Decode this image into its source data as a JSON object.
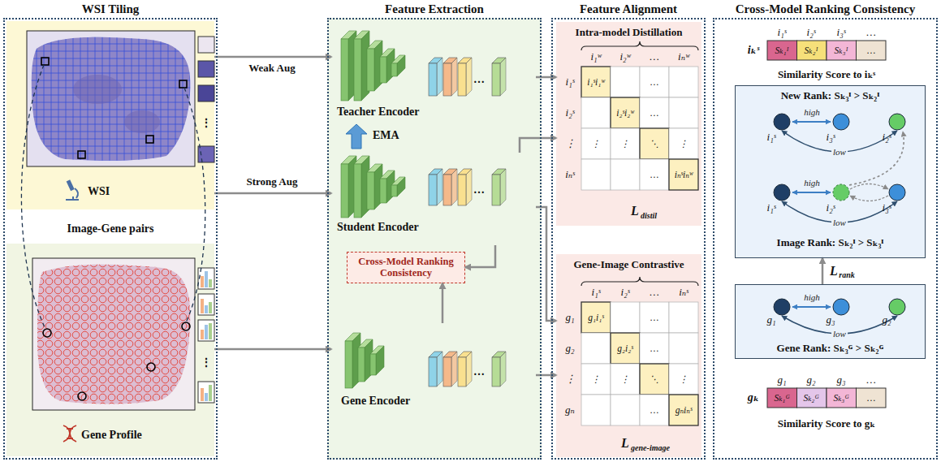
{
  "diagram": {
    "nodes": [
      {
        "text": [
          "WSI Tiling"
        ]
      },
      {
        "text": [
          "WSI"
        ],
        "in": 0
      },
      {
        "text": [
          "Gene Profile"
        ],
        "in": 0
      },
      {
        "text": [
          "Feature Extraction"
        ]
      },
      {
        "text": [
          "Teacher Encoder"
        ],
        "in": 3
      },
      {
        "text": [
          "EMA"
        ],
        "in": 3
      },
      {
        "text": [
          "Student Encoder"
        ],
        "in": 3
      },
      {
        "text": [
          "Cross-Model Ranking Consistency"
        ],
        "in": 3
      },
      {
        "text": [
          "Gene Encoder"
        ],
        "in": 3
      },
      {
        "text": [
          "Feature Alignment"
        ]
      },
      {
        "text": [
          "Intra-model Distillation"
        ],
        "in": 9
      },
      {
        "text": [
          "Gene-Image Contrastive"
        ],
        "in": 9
      },
      {
        "text": [
          "Cross-Model Ranking Consistency"
        ]
      },
      {
        "text": [
          "New Rank: Sₖ₃ᴵ > Sₖ₂ᴵ",
          "Image Rank: Sₖ₂ᴵ > Sₖ₃ᴵ"
        ],
        "in": 12
      },
      {
        "text": [
          "Gene Rank: Sₖ₃ᴳ > Sₖ₂ᴳ"
        ],
        "in": 12
      }
    ],
    "edges": [
      {
        "from": 1,
        "to": 4,
        "label": "Weak Aug",
        "arrow": "to"
      },
      {
        "from": 1,
        "to": 6,
        "label": "Strong Aug",
        "arrow": "to"
      },
      {
        "from": 2,
        "to": 8,
        "arrow": "to"
      },
      {
        "from": 4,
        "to": 10,
        "arrow": "to"
      },
      {
        "from": 6,
        "to": 10,
        "arrow": "to"
      },
      {
        "from": 6,
        "to": 11,
        "arrow": "to"
      },
      {
        "from": 8,
        "to": 11,
        "arrow": "to"
      },
      {
        "from": 6,
        "to": 7,
        "arrow": "to"
      },
      {
        "from": 8,
        "to": 7,
        "arrow": "to"
      },
      {
        "from": 14,
        "to": 13,
        "arrow": "to"
      }
    ],
    "labels": [
      "Image-Gene pairs",
      "⋮",
      "⋮",
      "…",
      "…",
      "…",
      "i₁ʷ",
      "i₂ʷ",
      "…",
      "iₙʷ",
      "i₁ˢ",
      "i₂ˢ",
      "⋮",
      "iₙˢ",
      "i₁ˢi₁ʷ",
      "…",
      "i₂ˢi₂ʷ",
      "…",
      "⋮",
      "⋮",
      "⋱",
      "⋮",
      "…",
      "iₙˢiₙʷ",
      "L",
      "distil",
      "i₁ˢ",
      "i₂ˢ",
      "…",
      "iₙˢ",
      "g₁",
      "g₂",
      "⋮",
      "gₙ",
      "g₁i₁ˢ",
      "…",
      "g₂i₂ˢ",
      "…",
      "⋮",
      "⋮",
      "⋱",
      "⋮",
      "…",
      "gₙiₙˢ",
      "L",
      "gene-image",
      "i₁ˢ",
      "i₂ˢ",
      "i₃ˢ",
      "…",
      "iₖˢ",
      "Sₖ₁ᴵ",
      "Sₖ₂ᴵ",
      "Sₖ₃ᴵ",
      "…",
      "Similarity Score to iₖˢ",
      "high",
      "i₁ˢ",
      "i₃ˢ",
      "i₂ˢ",
      "low",
      "high",
      "i₁ˢ",
      "i₂ˢ",
      "i₃ˢ",
      "low",
      "L",
      "rank",
      "high",
      "g₁",
      "g₃",
      "g₂",
      "low",
      "g₁",
      "g₂",
      "g₃",
      "…",
      "gₖ",
      "Sₖ₁ᴳ",
      "Sₖ₂ᴳ",
      "Sₖ₃ᴳ",
      "…",
      "Similarity Score to gₖ"
    ]
  }
}
